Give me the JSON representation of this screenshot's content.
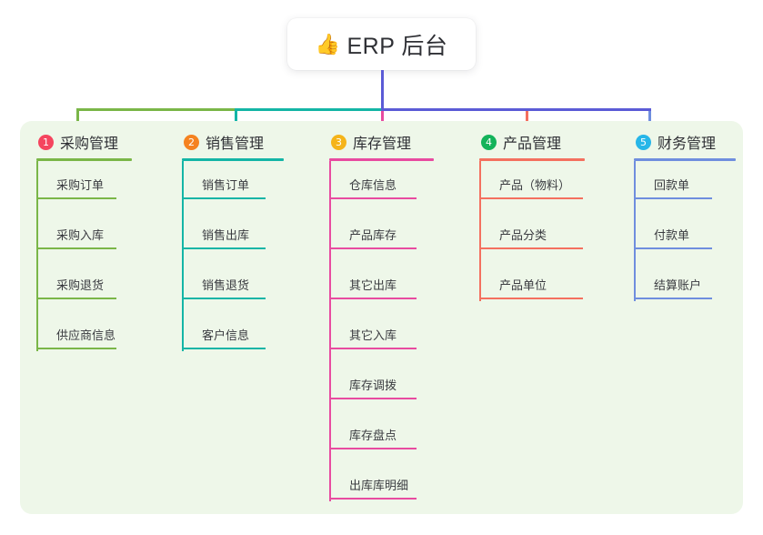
{
  "title": {
    "icon": "thumbs-up-icon",
    "icon_glyph": "👍",
    "text": "ERP 后台"
  },
  "colors": {
    "panel_bg": "#eef7e9",
    "page_bg": "#ffffff",
    "stem": "#5b5bd6",
    "bus_left": "#7ab648",
    "bus_mid": "#14b5a6",
    "bus_right": "#5b5bd6",
    "column1": "#7ab648",
    "column2": "#14b5a6",
    "column3": "#e84ba0",
    "column4": "#f4705f",
    "column5": "#6f8ede",
    "badge1": "#f5455f",
    "badge2": "#f58220",
    "badge3": "#f5b41a",
    "badge4": "#13b35a",
    "badge5": "#27b6e8",
    "text": "#2f3035"
  },
  "columns": [
    {
      "number": "1",
      "label": "采购管理",
      "badge_color": "#f5455f",
      "line_color": "#7ab648",
      "items": [
        {
          "label": "采购订单"
        },
        {
          "label": "采购入库"
        },
        {
          "label": "采购退货"
        },
        {
          "label": "供应商信息"
        }
      ]
    },
    {
      "number": "2",
      "label": "销售管理",
      "badge_color": "#f58220",
      "line_color": "#14b5a6",
      "items": [
        {
          "label": "销售订单"
        },
        {
          "label": "销售出库"
        },
        {
          "label": "销售退货"
        },
        {
          "label": "客户信息"
        }
      ]
    },
    {
      "number": "3",
      "label": "库存管理",
      "badge_color": "#f5b41a",
      "line_color": "#e84ba0",
      "items": [
        {
          "label": "仓库信息"
        },
        {
          "label": "产品库存"
        },
        {
          "label": "其它出库"
        },
        {
          "label": "其它入库"
        },
        {
          "label": "库存调拨"
        },
        {
          "label": "库存盘点"
        },
        {
          "label": "出库库明细"
        }
      ]
    },
    {
      "number": "4",
      "label": "产品管理",
      "badge_color": "#13b35a",
      "line_color": "#f4705f",
      "items": [
        {
          "label": "产品（物料）"
        },
        {
          "label": "产品分类"
        },
        {
          "label": "产品单位"
        }
      ]
    },
    {
      "number": "5",
      "label": "财务管理",
      "badge_color": "#27b6e8",
      "line_color": "#6f8ede",
      "items": [
        {
          "label": "回款单"
        },
        {
          "label": "付款单"
        },
        {
          "label": "结算账户"
        }
      ]
    }
  ]
}
